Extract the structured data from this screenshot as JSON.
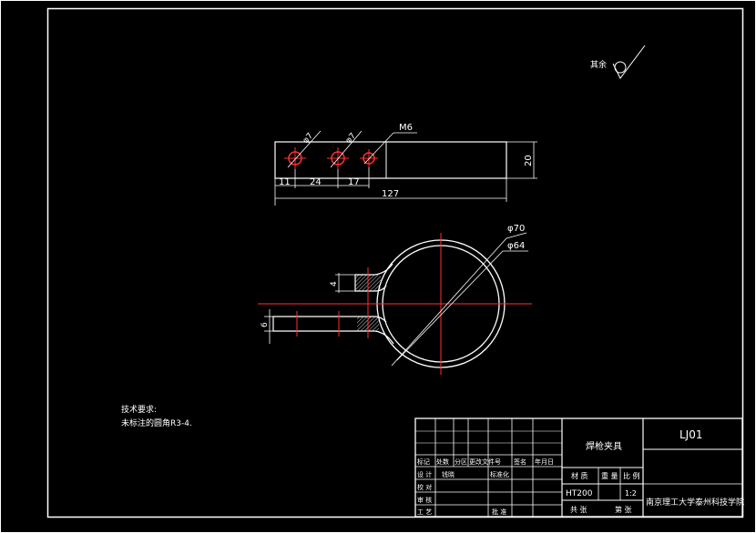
{
  "roughness": {
    "label": "其余"
  },
  "top_view": {
    "dims": {
      "width": "127",
      "height": "20",
      "pitch_a": "11",
      "pitch_b": "24",
      "pitch_c": "17"
    },
    "holes": {
      "dia_a": "φ7",
      "dia_b": "φ7",
      "thread": "M6"
    }
  },
  "side_view": {
    "dims": {
      "outer_dia": "φ70",
      "inner_dia": "φ64",
      "slot": "4",
      "thickness": "6"
    }
  },
  "tech_notes": {
    "heading": "技术要求:",
    "line1": "未标注的圆角R3-4."
  },
  "title_block": {
    "part_name": "焊枪夹具",
    "drawing_no": "LJ01",
    "material_label": "材 质",
    "weight_label": "重 量",
    "scale_label": "比 例",
    "material": "HT200",
    "scale": "1:2",
    "sheets_total": "共  张",
    "sheet_no": "第  张",
    "school": "南京理工大学泰州科技学院",
    "header_row": [
      "标记",
      "处数",
      "分区",
      "更改文件号",
      "签名",
      "年月日"
    ],
    "design_label": "设 计",
    "designer": "钱晓",
    "standard_label": "标准化",
    "check_label": "校 对",
    "review_label": "审 核",
    "process_label": "工 艺",
    "approve_label": "批 准"
  }
}
